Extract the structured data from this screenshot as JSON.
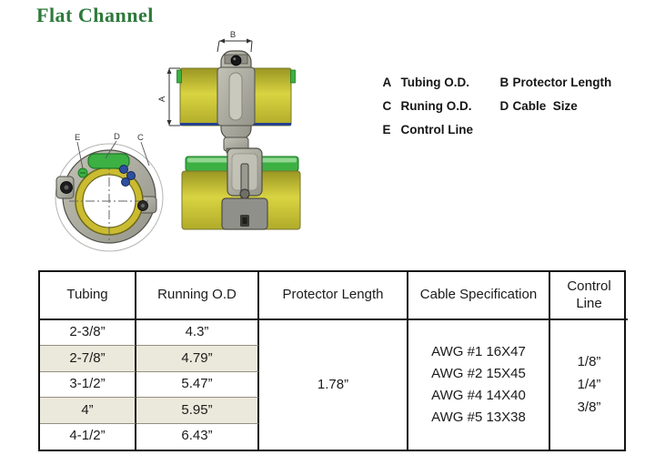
{
  "page": {
    "title": "Flat Channel",
    "title_color": "#2d7a3a",
    "background": "#ffffff"
  },
  "legend": {
    "items": [
      {
        "key": "A",
        "label": "Tubing O.D."
      },
      {
        "key": "B",
        "label": "Protector Length"
      },
      {
        "key": "C",
        "label": "Runing O.D."
      },
      {
        "key": "D",
        "label": "Cable  Size"
      },
      {
        "key": "E",
        "label": "Control Line"
      }
    ]
  },
  "diagram": {
    "labels": {
      "dim_a": "A",
      "dim_b": "B",
      "sec_c": "C",
      "sec_d": "D",
      "sec_e": "E"
    },
    "colors": {
      "tube_yellow": "#cbc232",
      "tube_yellow_dark": "#9a9623",
      "channel_green": "#3cb043",
      "channel_green_dark": "#1d7a24",
      "clamp_gray": "#a8a89d",
      "cable_blue": "#2e4f9e",
      "liner_blue": "#24418f"
    }
  },
  "table": {
    "headers": [
      "Tubing",
      "Running O.D",
      "Protector Length",
      "Cable Specification",
      "Control Line"
    ],
    "rows": [
      {
        "tubing": "2-3/8”",
        "running_od": "4.3”"
      },
      {
        "tubing": "2-7/8”",
        "running_od": "4.79”"
      },
      {
        "tubing": "3-1/2”",
        "running_od": "5.47”"
      },
      {
        "tubing": "4”",
        "running_od": "5.95”"
      },
      {
        "tubing": "4-1/2”",
        "running_od": "6.43”"
      }
    ],
    "protector_length": "1.78”",
    "cable_specification": [
      "AWG #1 16X47",
      "AWG #2 15X45",
      "AWG #4 14X40",
      "AWG #5 13X38"
    ],
    "control_line": [
      "1/8”",
      "1/4”",
      "3/8”"
    ],
    "shade_color": "#ebe8dc"
  }
}
